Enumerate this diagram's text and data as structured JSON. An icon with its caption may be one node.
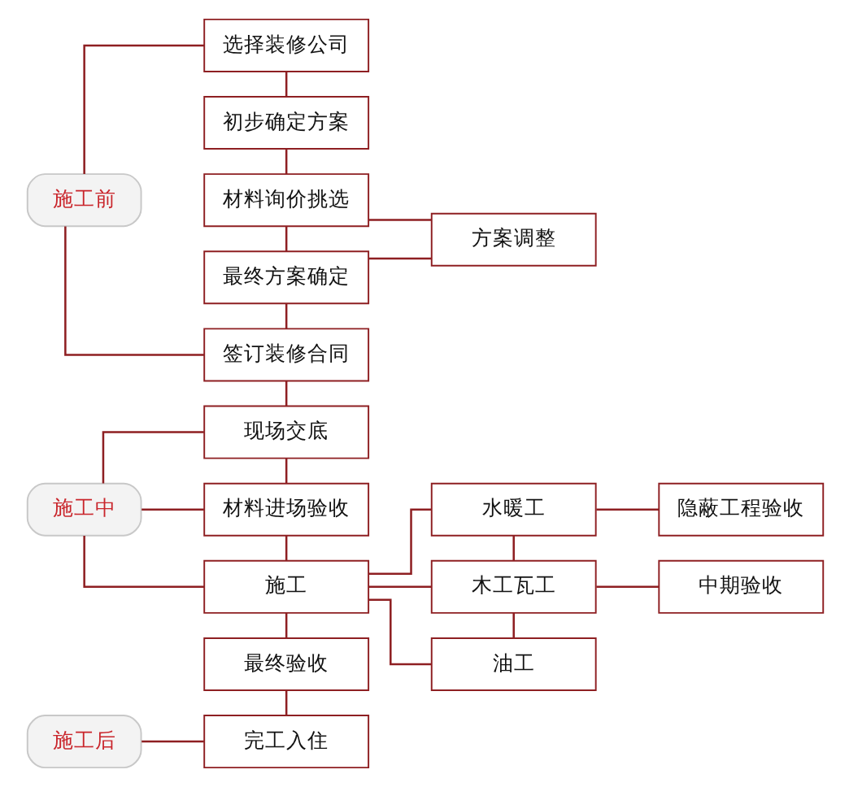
{
  "diagram": {
    "nodes": [
      {
        "text": [
          "选择装修公司"
        ]
      },
      {
        "text": [
          "初步确定方案"
        ]
      },
      {
        "text": [
          "施工前"
        ]
      },
      {
        "text": [
          "材料询价挑选"
        ]
      },
      {
        "text": [
          "方案调整"
        ]
      },
      {
        "text": [
          "最终方案确定"
        ]
      },
      {
        "text": [
          "签订装修合同"
        ]
      },
      {
        "text": [
          "现场交底"
        ]
      },
      {
        "text": [
          "施工中"
        ]
      },
      {
        "text": [
          "材料进场验收"
        ]
      },
      {
        "text": [
          "水暖工"
        ]
      },
      {
        "text": [
          "隐蔽工程验收"
        ]
      },
      {
        "text": [
          "施工"
        ]
      },
      {
        "text": [
          "木工瓦工"
        ]
      },
      {
        "text": [
          "中期验收"
        ]
      },
      {
        "text": [
          "最终验收"
        ]
      },
      {
        "text": [
          "油工"
        ]
      },
      {
        "text": [
          "施工后"
        ]
      },
      {
        "text": [
          "完工入住"
        ]
      }
    ],
    "edges": [
      {
        "from": 2,
        "to": 0,
        "arrow": "none"
      },
      {
        "from": 2,
        "to": 6,
        "arrow": "none"
      },
      {
        "from": 0,
        "to": 1,
        "arrow": "none"
      },
      {
        "from": 1,
        "to": 3,
        "arrow": "none"
      },
      {
        "from": 3,
        "to": 5,
        "arrow": "none"
      },
      {
        "from": 3,
        "to": 4,
        "arrow": "none"
      },
      {
        "from": 5,
        "to": 4,
        "arrow": "none"
      },
      {
        "from": 5,
        "to": 6,
        "arrow": "none"
      },
      {
        "from": 6,
        "to": 7,
        "arrow": "none"
      },
      {
        "from": 8,
        "to": 7,
        "arrow": "none"
      },
      {
        "from": 8,
        "to": 9,
        "arrow": "none"
      },
      {
        "from": 8,
        "to": 12,
        "arrow": "none"
      },
      {
        "from": 7,
        "to": 9,
        "arrow": "none"
      },
      {
        "from": 9,
        "to": 12,
        "arrow": "none"
      },
      {
        "from": 12,
        "to": 10,
        "arrow": "none"
      },
      {
        "from": 12,
        "to": 13,
        "arrow": "none"
      },
      {
        "from": 12,
        "to": 16,
        "arrow": "none"
      },
      {
        "from": 10,
        "to": 13,
        "arrow": "none"
      },
      {
        "from": 13,
        "to": 16,
        "arrow": "none"
      },
      {
        "from": 10,
        "to": 11,
        "arrow": "none"
      },
      {
        "from": 13,
        "to": 14,
        "arrow": "none"
      },
      {
        "from": 12,
        "to": 15,
        "arrow": "none"
      },
      {
        "from": 15,
        "to": 18,
        "arrow": "none"
      },
      {
        "from": 17,
        "to": 18,
        "arrow": "none"
      }
    ]
  }
}
